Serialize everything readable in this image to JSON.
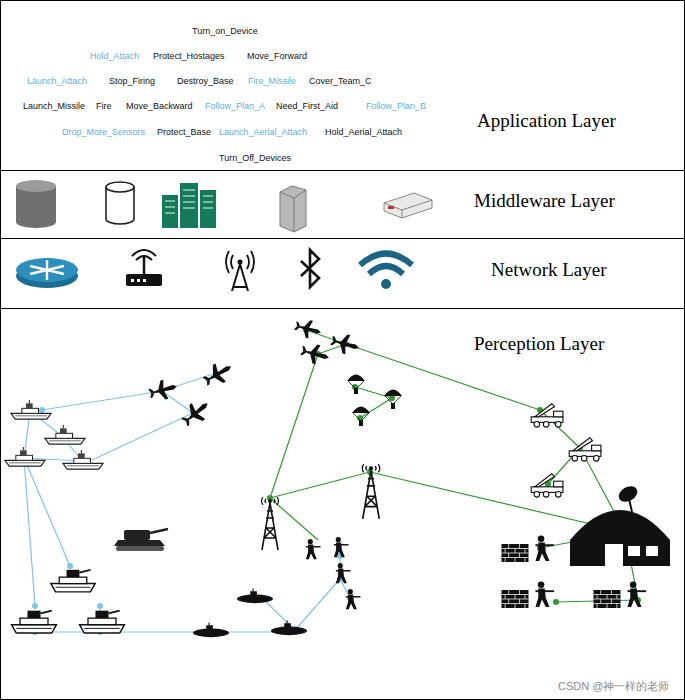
{
  "diagram": {
    "nodes": [
      {
        "text": [
          "Application Layer"
        ]
      },
      {
        "text": [
          "Middleware Layer"
        ]
      },
      {
        "text": [
          "Network Layer"
        ]
      },
      {
        "text": [
          "Perception Layer"
        ]
      }
    ],
    "labels": [
      "Turn_on_Device",
      "Hold_Attach",
      "Protect_Hostages",
      "Move_Forward",
      "Launch_Attach",
      "Stop_Firing",
      "Destroy_Base",
      "Fire_Missile",
      "Cover_Team_C",
      "Launch_Missile",
      "Fire",
      "Move_Backward",
      "Follow_Plan_A",
      "Need_First_Aid",
      "Follow_Plan_B",
      "Drop_More_Sensors",
      "Protect_Base",
      "Launch_Aerial_Attach",
      "Hold_Aerial_Attach",
      "Turn_Off_Devices",
      "CSDN @神一样的老师"
    ]
  }
}
